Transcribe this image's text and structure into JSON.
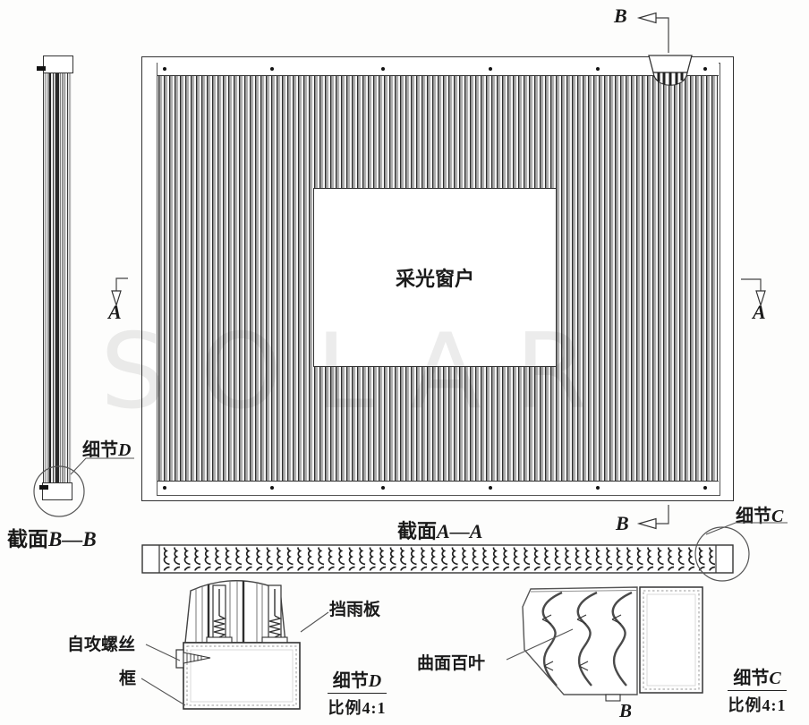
{
  "watermark": "SOLAR",
  "main_view": {
    "window_label": "采光窗户"
  },
  "section_markers": {
    "b_top": "B",
    "b_bottom": "B",
    "a_left": "A",
    "a_right": "A"
  },
  "section_titles": {
    "bb_prefix": "截面",
    "bb_letters": "B—B",
    "aa_prefix": "截面",
    "aa_letters": "A—A"
  },
  "callouts": {
    "detail_d_prefix": "细节",
    "detail_d_letter": "D",
    "detail_c_prefix": "细节",
    "detail_c_letter": "C"
  },
  "details": {
    "d": {
      "title_prefix": "细节",
      "title_letter": "D",
      "scale": "比例4:1",
      "labels": {
        "screw": "自攻螺丝",
        "frame": "框",
        "rain_shield": "挡雨板"
      }
    },
    "c": {
      "title_prefix": "细节",
      "title_letter": "C",
      "scale": "比例4:1",
      "labels": {
        "curved_louver": "曲面百叶",
        "marker_b": "B"
      }
    }
  }
}
